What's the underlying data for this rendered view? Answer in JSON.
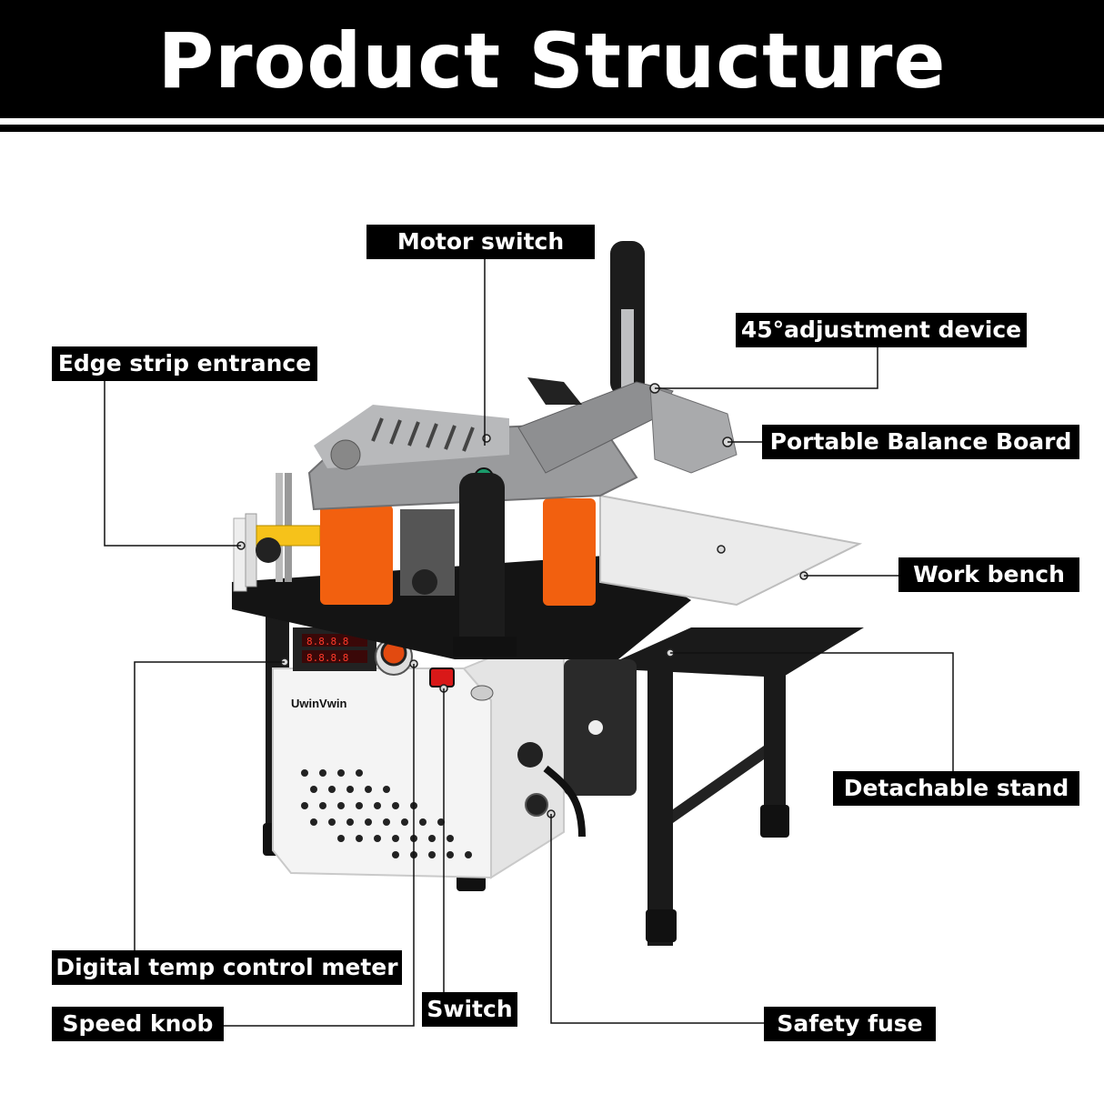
{
  "title": "Product Structure",
  "brand": "UwinVwin",
  "meter_readouts": [
    "8.8.8.8",
    "8.8.8.8"
  ],
  "labels": {
    "motor_switch": "Motor switch",
    "adjustment_45": "45°adjustment device",
    "edge_strip_entrance": "Edge strip entrance",
    "portable_balance_board": "Portable Balance Board",
    "work_bench": "Work bench",
    "detachable_stand": "Detachable stand",
    "digital_temp_meter": "Digital temp control meter",
    "speed_knob": "Speed knob",
    "switch": "Switch",
    "safety_fuse": "Safety fuse"
  },
  "colors": {
    "label_bg": "#000000",
    "label_text": "#ffffff",
    "machine_gray": "#9a9b9d",
    "roller_orange": "#f2600f",
    "base_white": "#f4f4f4",
    "frame_black": "#1a1a1a",
    "bench_silver": "#ebebeb",
    "switch_red": "#d91818",
    "button_green": "#1a9a6a"
  }
}
